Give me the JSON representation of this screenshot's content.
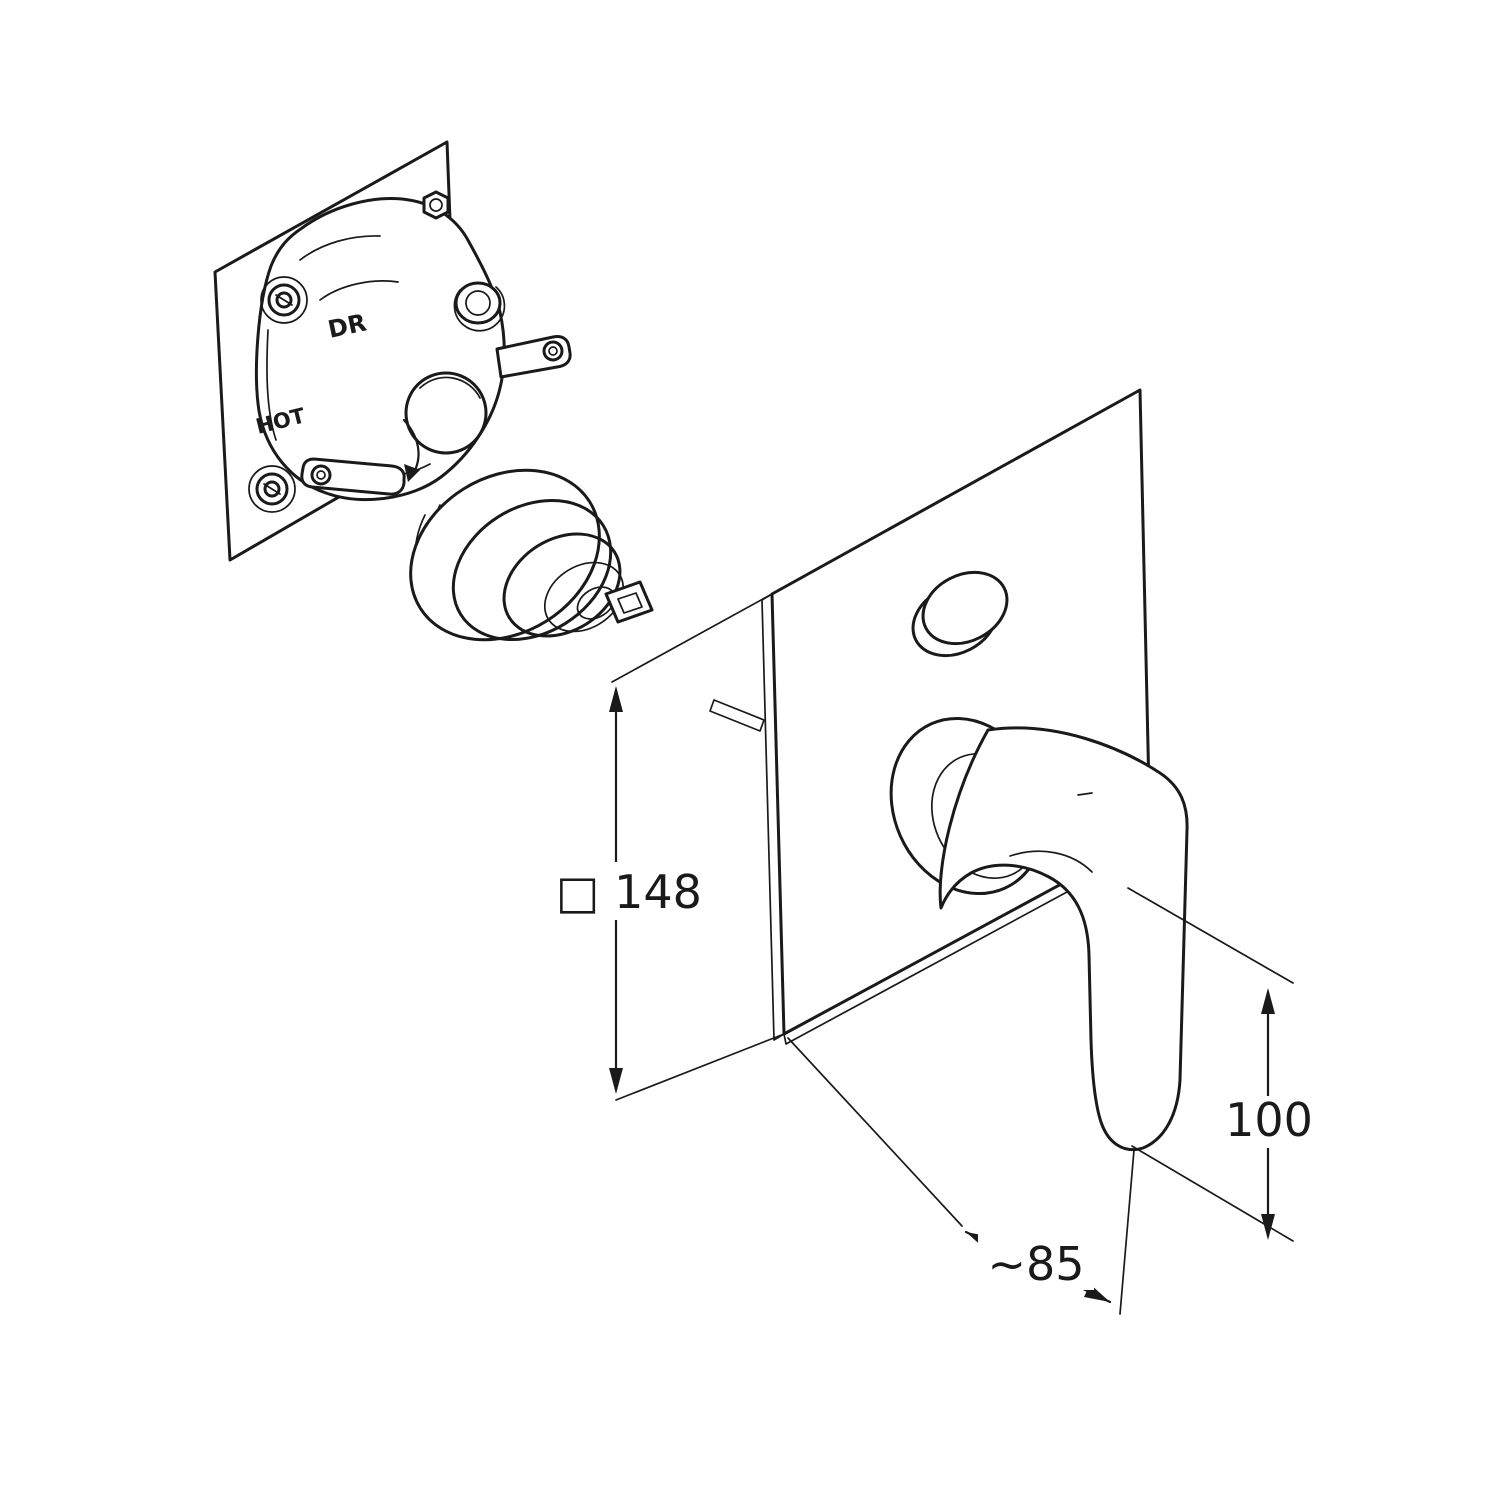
{
  "drawing": {
    "type": "technical-installation-diagram",
    "labels": {
      "dr": "DR",
      "hot": "HOT",
      "plate_size": "□ 148",
      "handle_length": "100",
      "handle_projection": "~85"
    },
    "colors": {
      "line": "#1a1a1a",
      "background": "#ffffff"
    }
  }
}
